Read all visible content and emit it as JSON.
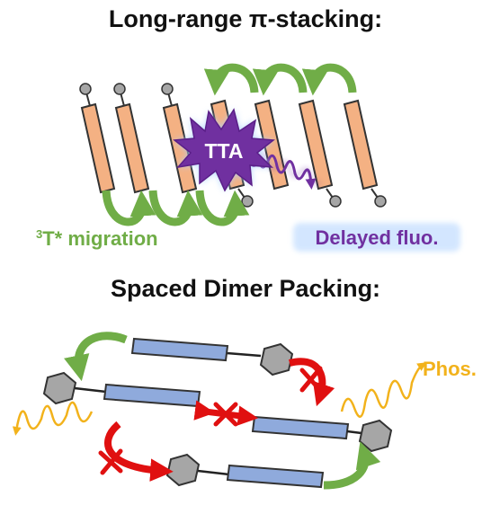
{
  "top": {
    "title": "Long-range π-stacking:",
    "center_label": "TTA",
    "migration_sup": "3",
    "migration_text": "T* migration",
    "delayed_label": "Delayed fluo."
  },
  "bottom": {
    "title": "Spaced Dimer Packing:",
    "phos_label": "Phos."
  },
  "colors": {
    "orange_bar": "#f4b183",
    "blue_bar": "#8faadc",
    "green": "#70ad47",
    "red": "#e01010",
    "purple": "#7030a0",
    "yellow": "#f2b21b",
    "hexagon": "#a6a6a6",
    "ball": "#a6a6a6"
  }
}
